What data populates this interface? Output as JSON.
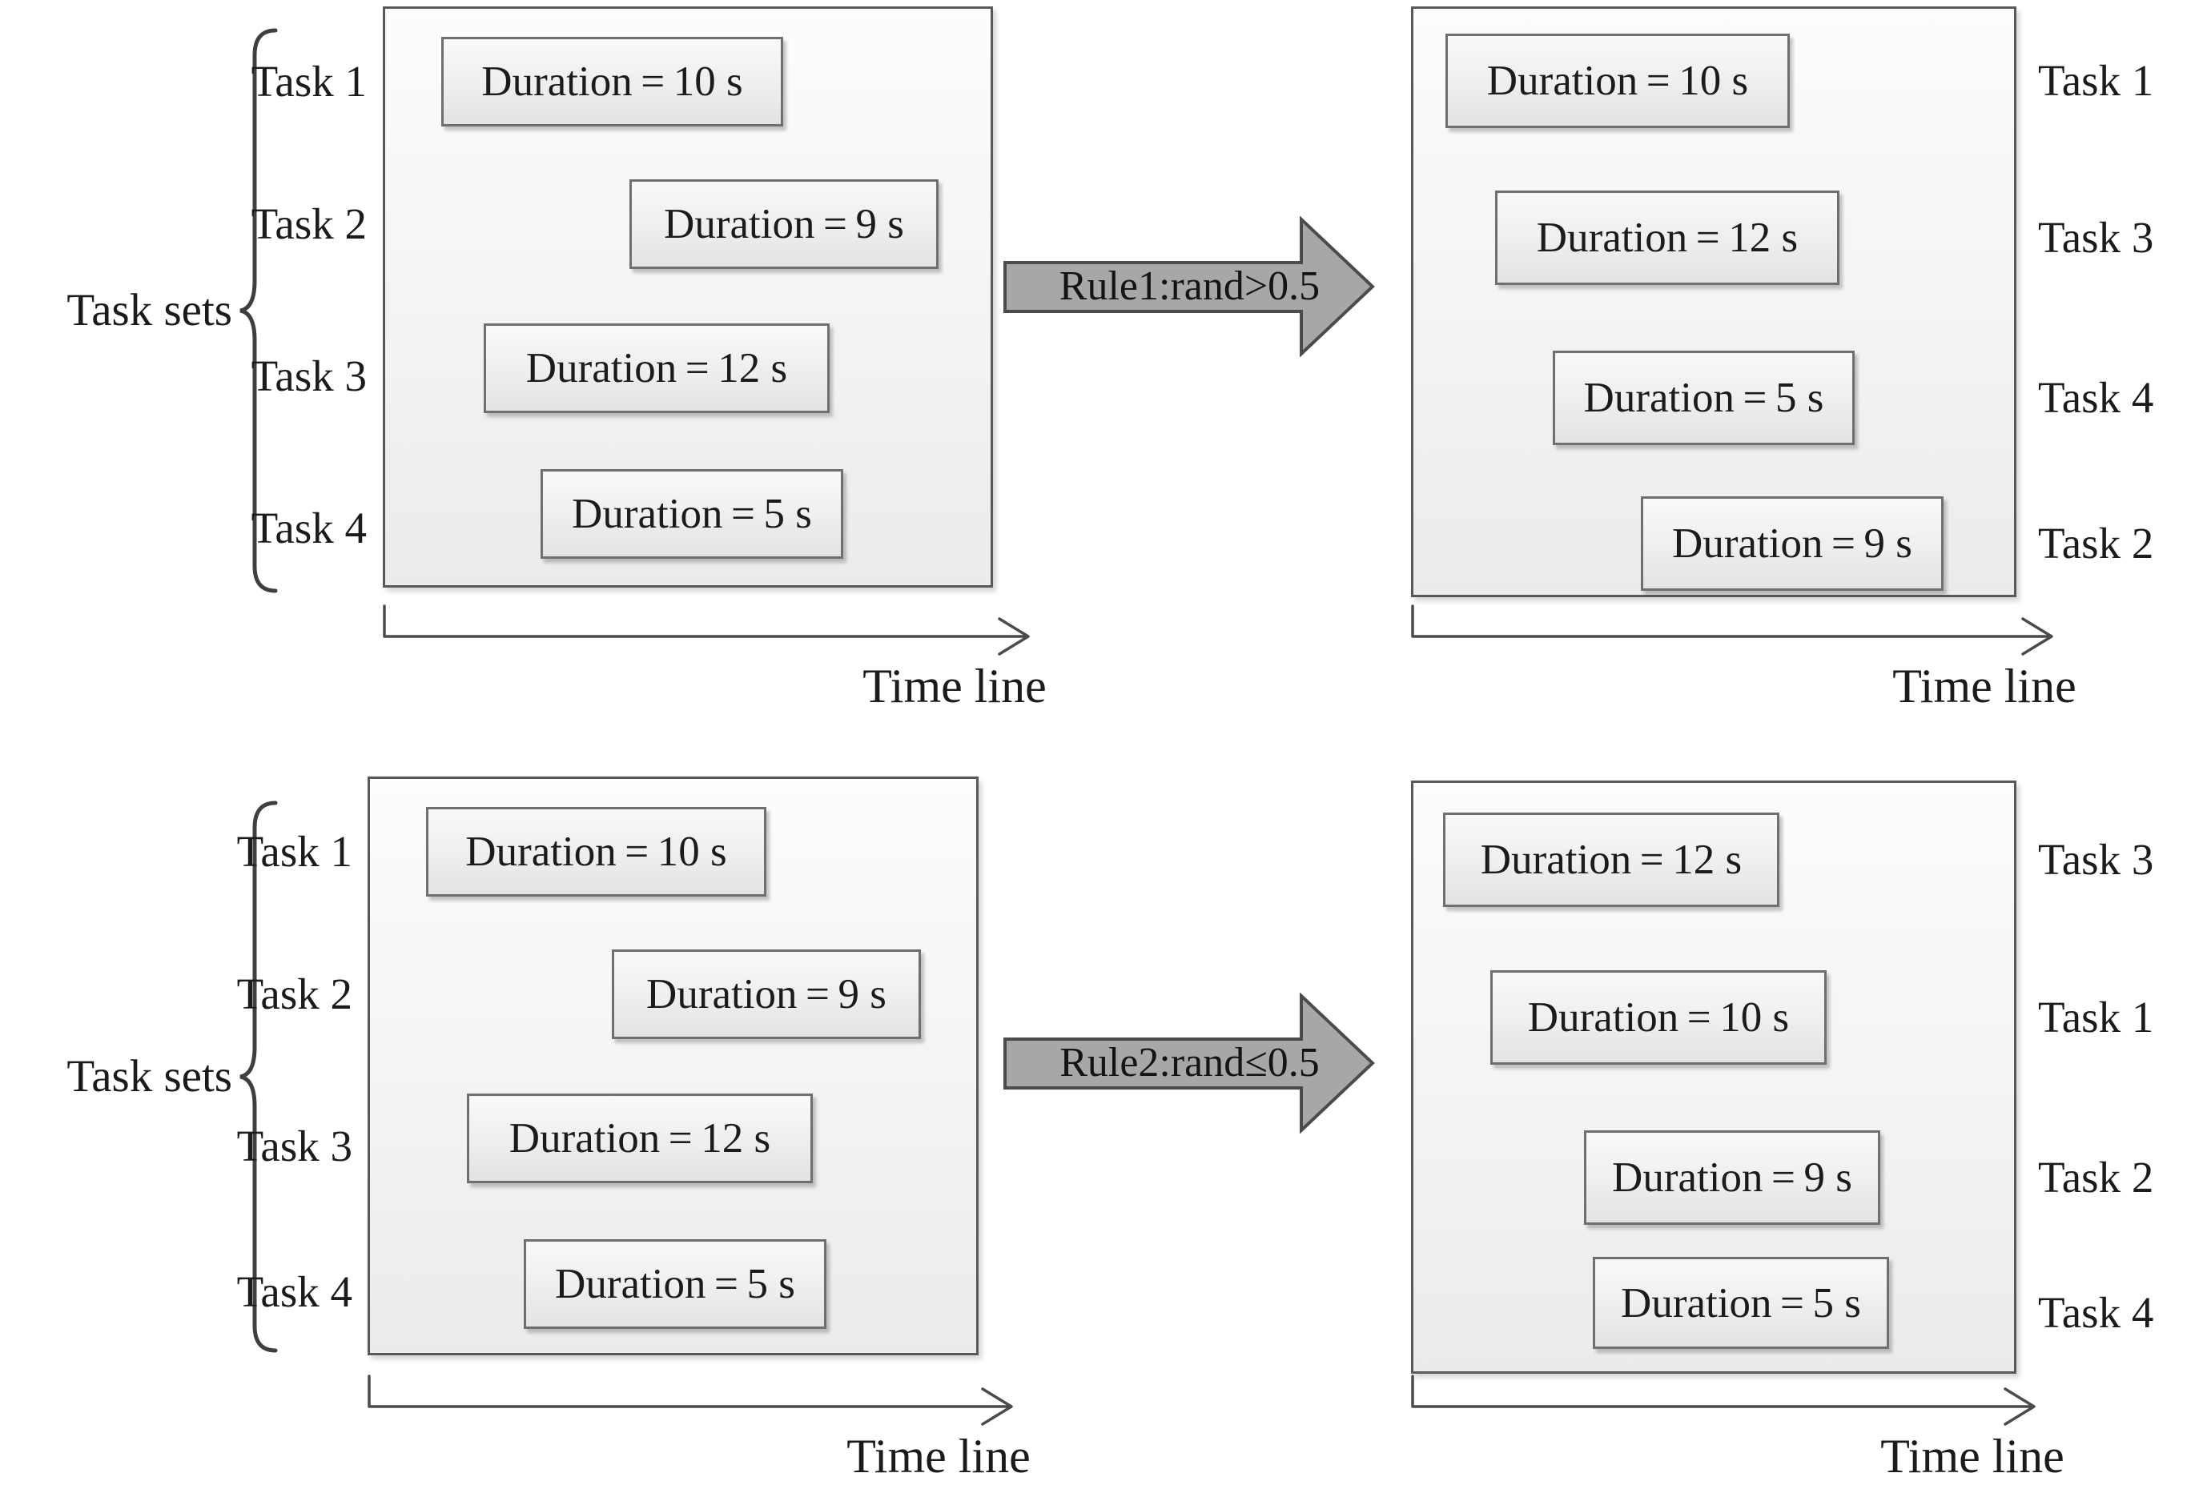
{
  "colors": {
    "panel_fill_top": "#fdfdfd",
    "panel_fill_bottom": "#ebebeb",
    "panel_border": "#59595b",
    "box_border": "#6f6f71",
    "arrow_fill": "#a7a7a7",
    "arrow_border": "#4b4b4b",
    "axis_color": "#4a4a4a",
    "brace_color": "#3f3f3f",
    "text_color": "#1b1b1b"
  },
  "row1": {
    "task_sets_label": "Task sets",
    "left": {
      "task_labels": [
        "Task 1",
        "Task 2",
        "Task 3",
        "Task 4"
      ],
      "durations": [
        "Duration = 10 s",
        "Duration = 9 s",
        "Duration = 12 s",
        "Duration = 5 s"
      ]
    },
    "rule_label": "Rule1:rand>0.5",
    "right": {
      "durations": [
        "Duration = 10 s",
        "Duration = 12 s",
        "Duration = 5 s",
        "Duration = 9 s"
      ],
      "task_labels": [
        "Task 1",
        "Task 3",
        "Task 4",
        "Task 2"
      ]
    },
    "timeline_left_label": "Time line",
    "timeline_right_label": "Time line"
  },
  "row2": {
    "task_sets_label": "Task sets",
    "left": {
      "task_labels": [
        "Task 1",
        "Task 2",
        "Task 3",
        "Task 4"
      ],
      "durations": [
        "Duration = 10 s",
        "Duration = 9 s",
        "Duration = 12 s",
        "Duration = 5 s"
      ]
    },
    "rule_label": "Rule2:rand≤0.5",
    "right": {
      "durations": [
        "Duration = 12 s",
        "Duration = 10 s",
        "Duration = 9 s",
        "Duration = 5 s"
      ],
      "task_labels": [
        "Task 3",
        "Task 1",
        "Task 2",
        "Task 4"
      ]
    },
    "timeline_left_label": "Time line",
    "timeline_right_label": "Time line"
  }
}
